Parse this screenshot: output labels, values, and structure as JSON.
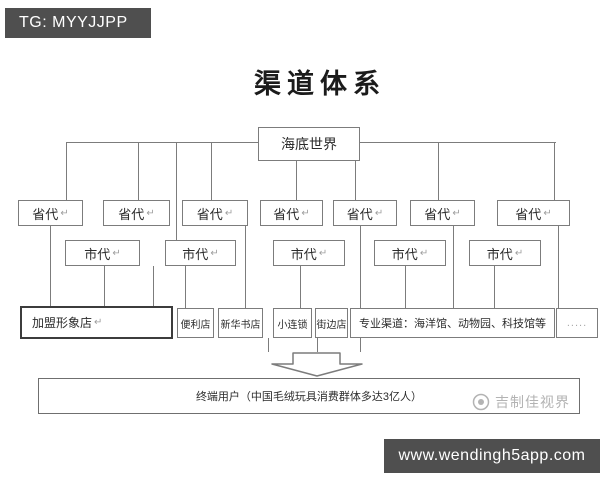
{
  "overlays": {
    "tg_badge": "TG: MYYJJPP",
    "website_badge": "www.wendingh5app.com"
  },
  "title": "渠道体系",
  "diagram": {
    "return_mark": "↵",
    "root": {
      "label": "海底世界"
    },
    "provincial": [
      {
        "label": "省代"
      },
      {
        "label": "省代"
      },
      {
        "label": "省代"
      },
      {
        "label": "省代"
      },
      {
        "label": "省代"
      },
      {
        "label": "省代"
      },
      {
        "label": "省代"
      }
    ],
    "city": [
      {
        "label": "市代"
      },
      {
        "label": "市代"
      },
      {
        "label": "市代"
      },
      {
        "label": "市代"
      },
      {
        "label": "市代"
      }
    ],
    "retail": [
      {
        "label": "加盟形象店"
      },
      {
        "label": "便利店"
      },
      {
        "label": "新华书店"
      },
      {
        "label": "小连锁"
      },
      {
        "label": "街边店"
      },
      {
        "label": "专业渠道：海洋馆、动物园、科技馆等"
      },
      {
        "label": "....."
      }
    ],
    "terminal": {
      "label": "终端用户（中国毛绒玩具消费群体多达3亿人）"
    }
  },
  "watermark": {
    "text": "吉制佳视界"
  },
  "colors": {
    "line": "#7c7c7c",
    "badge_background": "#4f4f4f",
    "watermark_gray": "#b3b3b3"
  }
}
